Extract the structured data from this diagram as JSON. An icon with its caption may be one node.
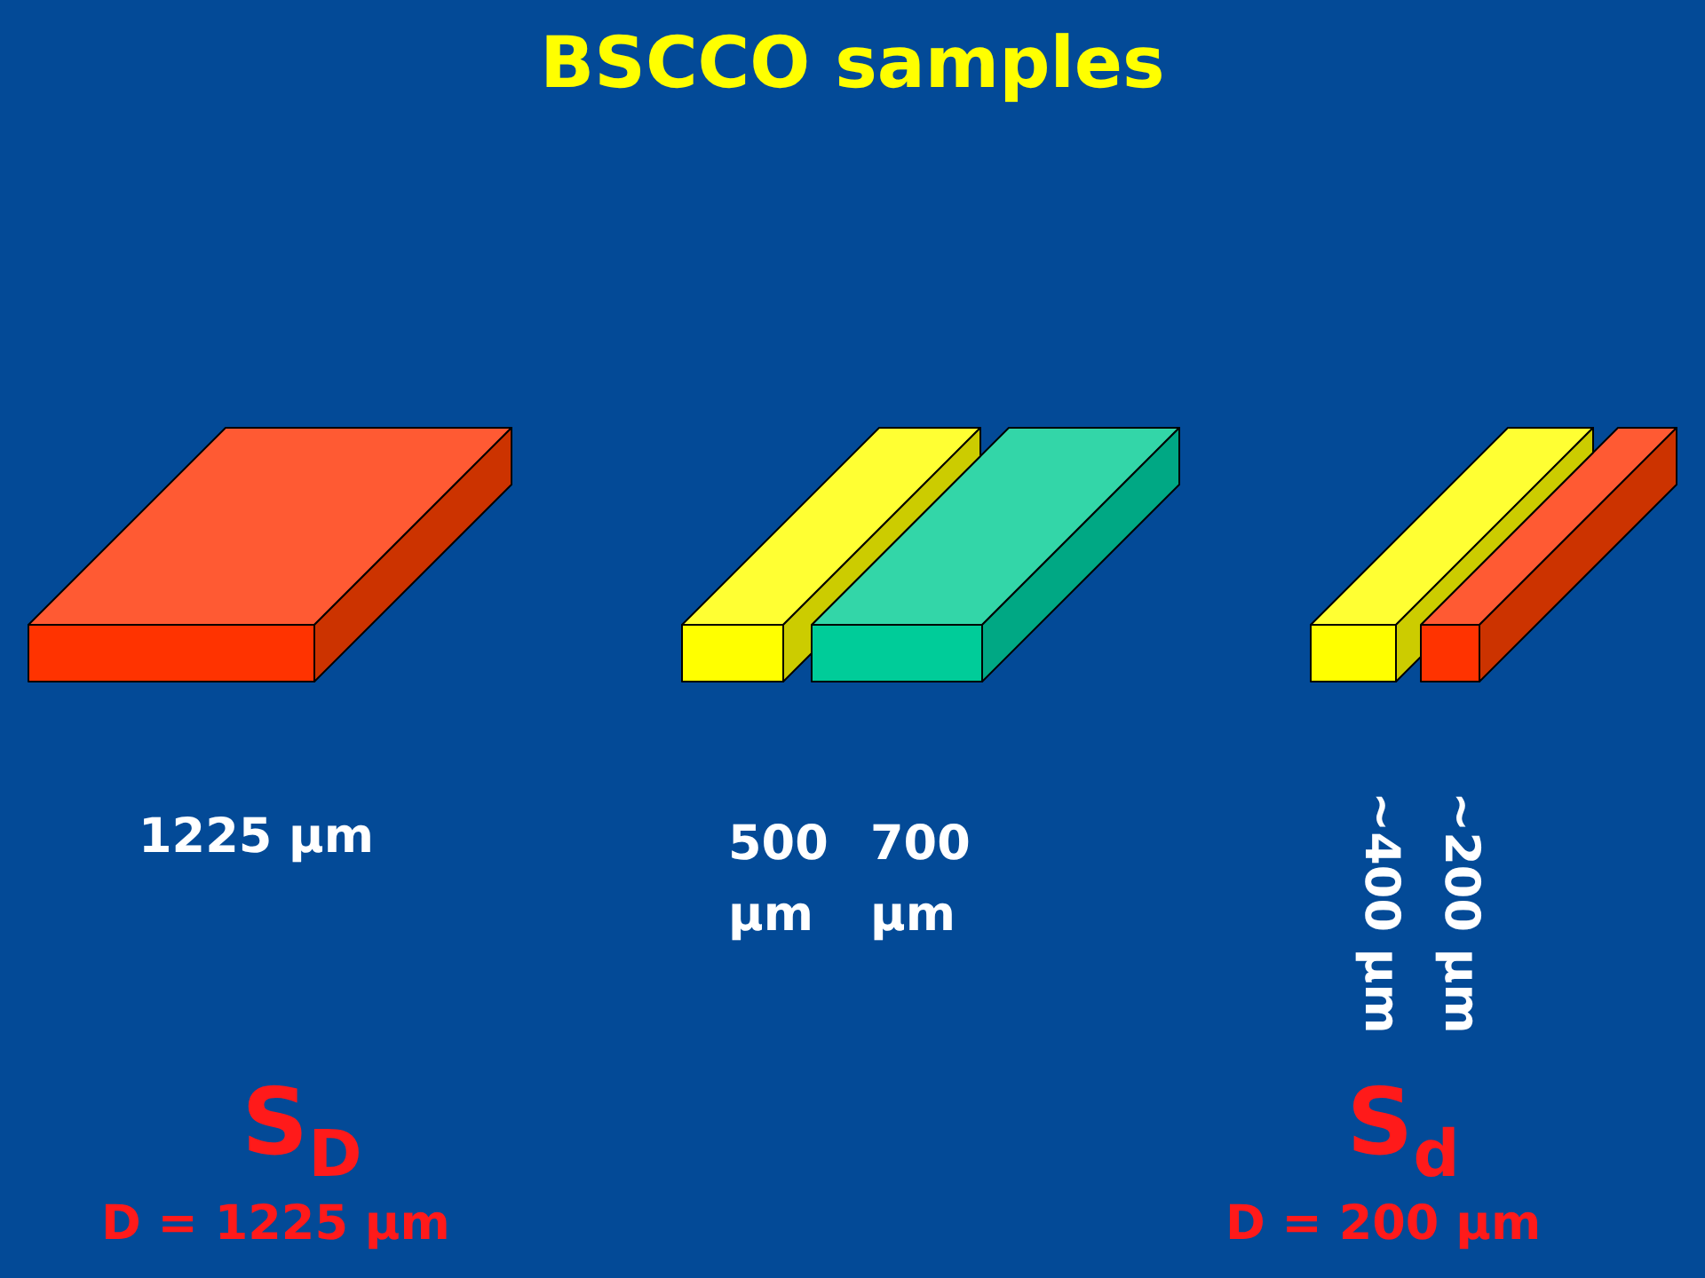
{
  "diagram": {
    "title": "BSCCO samples",
    "labels": [
      "1225 μm",
      "500 μm",
      "700 μm",
      "~400 μm",
      "~200 μm",
      "S$_{D}$",
      "S$_{d}$",
      "D = 1225 μm",
      "D = 200 μm"
    ]
  }
}
